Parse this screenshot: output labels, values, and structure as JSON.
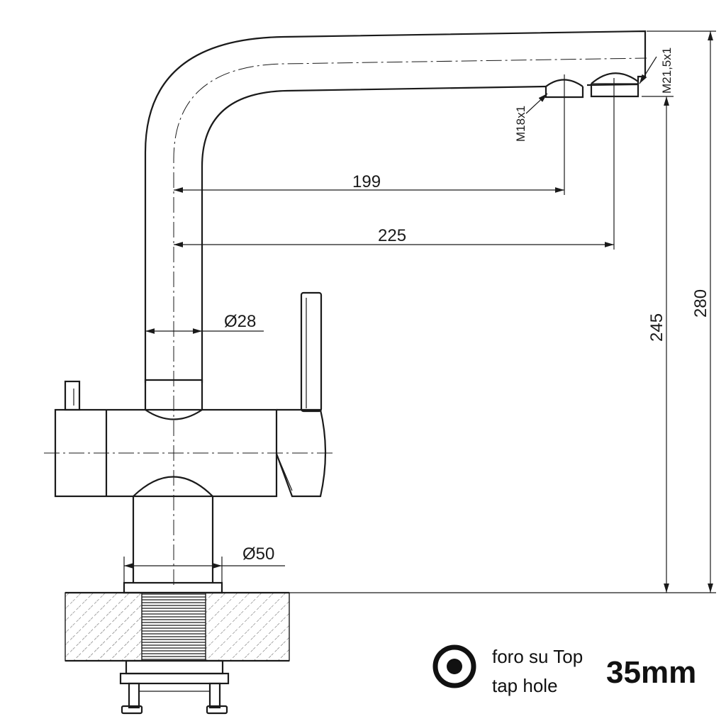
{
  "dimensions": {
    "reach_199": "199",
    "reach_225": "225",
    "spout_diameter": "Ø28",
    "body_diameter": "Ø50",
    "height_245": "245",
    "height_280": "280",
    "thread_m18": "M18x1",
    "thread_m21": "M21,5x1"
  },
  "legend": {
    "line1": "foro su Top",
    "line2": "tap hole",
    "hole_size": "35mm",
    "icon": "target-circle-icon"
  },
  "colors": {
    "line": "#1a1a1a",
    "background": "#ffffff"
  }
}
